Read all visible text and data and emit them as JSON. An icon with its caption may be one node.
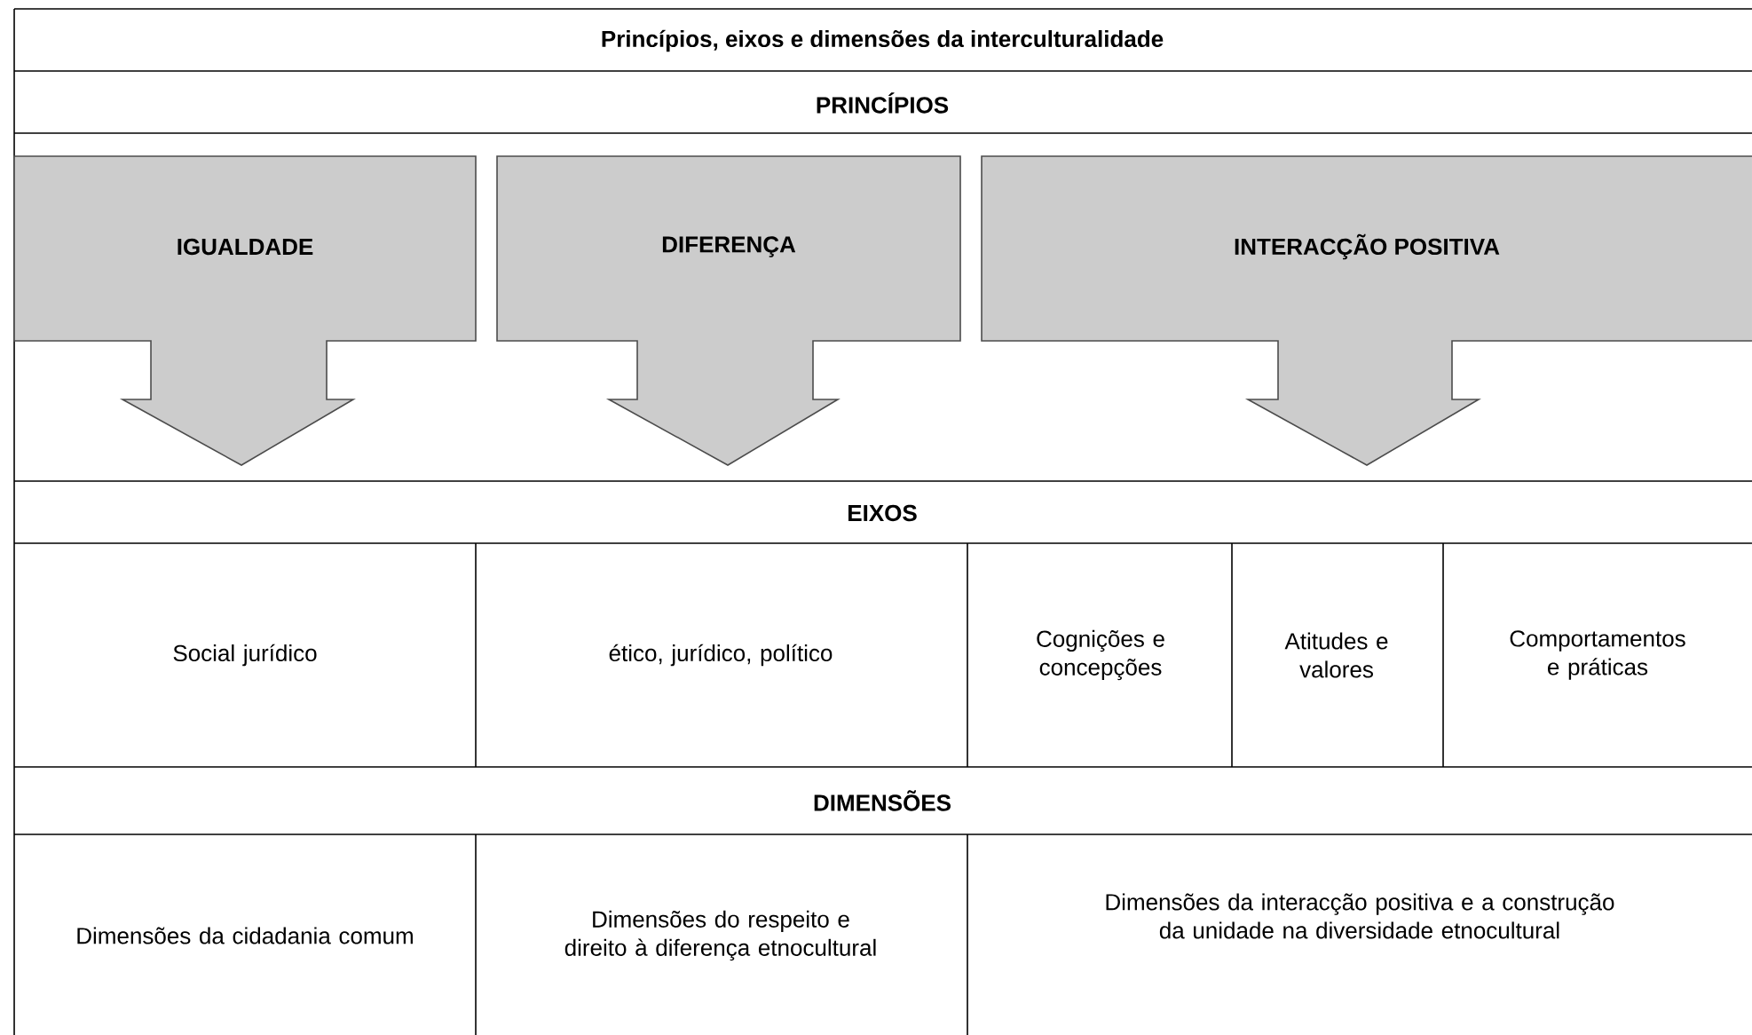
{
  "diagram": {
    "title": "Princípios, eixos e dimensões da interculturalidade",
    "nodes": [
      {
        "text": [
          "IGUALDADE"
        ]
      },
      {
        "text": [
          "DIFERENÇA"
        ]
      },
      {
        "text": [
          "INTERACÇÃO POSITIVA"
        ]
      }
    ],
    "labels": [
      "PRINCÍPIOS",
      "EIXOS",
      "Social jurídico",
      "ético, jurídico, político",
      "Cognições e concepções",
      "Atitudes e valores",
      "Comportamentos e práticas",
      "DIMENSÕES",
      "Dimensões da cidadania comum",
      "Dimensões do respeito e direito à diferença etnocultural",
      "Dimensões da interacção positiva e a construção da unidade na diversidade etnocultural"
    ]
  }
}
